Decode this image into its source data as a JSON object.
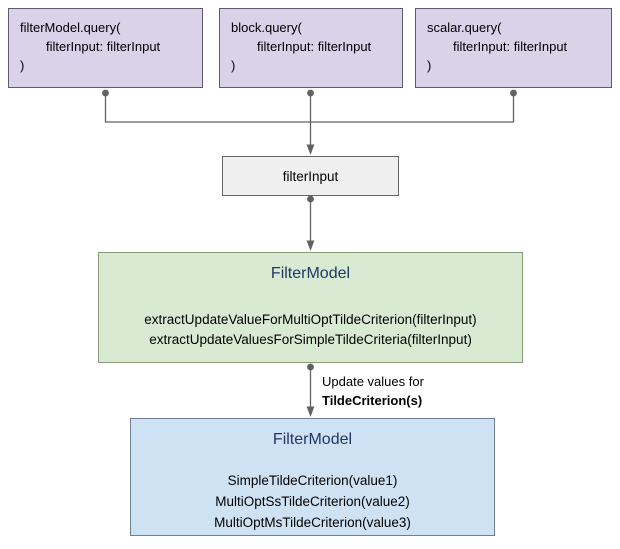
{
  "source_boxes": [
    {
      "lines": [
        "filterModel.query(",
        "filterInput: filterInput",
        ")"
      ]
    },
    {
      "lines": [
        "block.query(",
        "filterInput: filterInput",
        ")"
      ]
    },
    {
      "lines": [
        "scalar.query(",
        "filterInput: filterInput",
        ")"
      ]
    }
  ],
  "filter_input_box": {
    "label": "filterInput"
  },
  "extract_box": {
    "title": "FilterModel",
    "methods": [
      "extractUpdateValueForMultiOptTildeCriterion(filterInput)",
      "extractUpdateValuesForSimpleTildeCriteria(filterInput)"
    ]
  },
  "update_arrow": {
    "label_line1": "Update values for",
    "label_line2": "TildeCriterion(s)"
  },
  "result_box": {
    "title": "FilterModel",
    "criteria": [
      "SimpleTildeCriterion(value1)",
      "MultiOptSsTildeCriterion(value2)",
      "MultiOptMsTildeCriterion(value3)"
    ]
  },
  "colors": {
    "source_fill": "#d9d2e9",
    "filter_input_fill": "#efefef",
    "extract_fill": "#d9ead3",
    "result_fill": "#cfe2f3",
    "title_text": "#1f3864",
    "connector": "#616161"
  }
}
